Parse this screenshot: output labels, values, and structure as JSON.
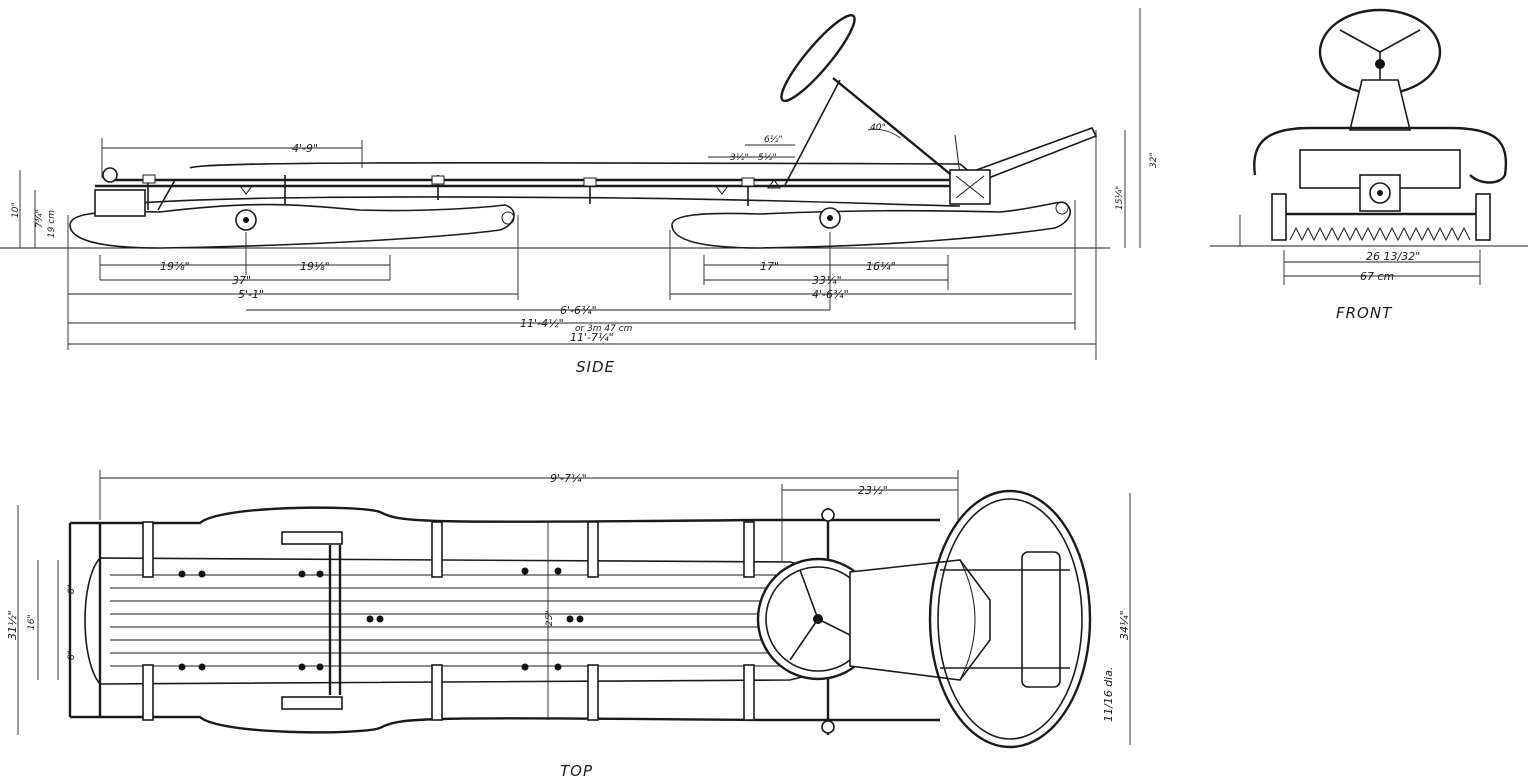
{
  "colors": {
    "ink": "#1a1a1a",
    "paper": "#ffffff"
  },
  "views": {
    "side": "SIDE",
    "front": "FRONT",
    "top": "TOP"
  },
  "side_dims": {
    "overall_top": "4'-9\"",
    "steer_a": "6½\"",
    "steer_b": "3½\"",
    "steer_c": "5½\"",
    "steer_angle": "40°",
    "h_10": "10\"",
    "h_7": "7¾\"",
    "h_19cm": "19 cm",
    "h_15": "15¼\"",
    "h_32": "32\"",
    "rear_a": "19⅞\"",
    "rear_b": "19⅛\"",
    "rear_37": "37\"",
    "rear_51": "5'-1\"",
    "front_17": "17\"",
    "front_16": "16¼\"",
    "front_33": "33¼\"",
    "front_46": "4'-6¾\"",
    "mid_66": "6'-6¾\"",
    "len_114": "11'-4½\"",
    "len_metric": "or 3m 47 cm",
    "len_117": "11'-7¼\""
  },
  "front_dims": {
    "gauge": "26 13/32\"",
    "gauge_cm": "67 cm"
  },
  "top_dims": {
    "length": "9'-7¼\"",
    "wheel_pos": "23½\"",
    "width_31": "31½\"",
    "w16": "16\"",
    "w8a": "8\"",
    "w8b": "8\"",
    "w25": "25\"",
    "w34": "34¼\"",
    "wheel_dia": "11/16 dia."
  }
}
